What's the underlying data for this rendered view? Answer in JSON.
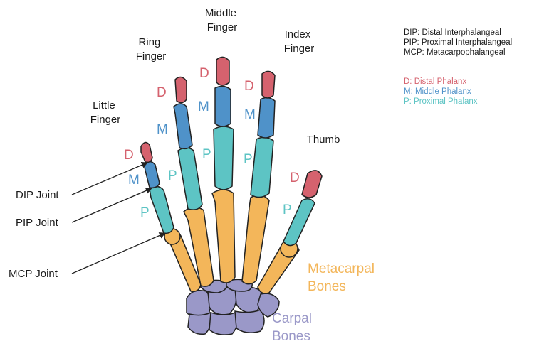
{
  "colors": {
    "distal": "#d5626e",
    "middle": "#4f92c9",
    "proximal": "#5dc4c4",
    "metacarpal": "#f3b65a",
    "carpal": "#9a98c8",
    "outline": "#222222"
  },
  "fingers": {
    "little": [
      "Little",
      "Finger"
    ],
    "ring": [
      "Ring",
      "Finger"
    ],
    "middle": [
      "Middle",
      "Finger"
    ],
    "index": [
      "Index",
      "Finger"
    ],
    "thumb": "Thumb"
  },
  "phalanx_letters": {
    "d": "D",
    "m": "M",
    "p": "P"
  },
  "joints": {
    "dip": "DIP Joint",
    "pip": "PIP Joint",
    "mcp": "MCP Joint"
  },
  "legend": {
    "joints": [
      "DIP: Distal Interphalangeal",
      "PIP: Proximal Interphalangeal",
      "MCP: Metacarpophalangeal"
    ],
    "phalanges": [
      "D: Distal Phalanx",
      "M: Middle Phalanx",
      "P: Proximal Phalanx"
    ]
  },
  "bones": {
    "metacarpal": [
      "Metacarpal",
      "Bones"
    ],
    "carpal": [
      "Carpal",
      "Bones"
    ]
  }
}
